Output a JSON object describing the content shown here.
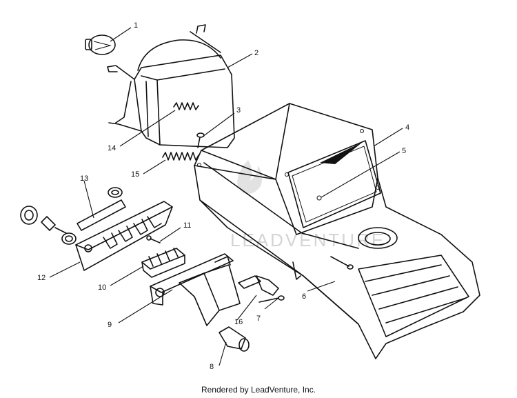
{
  "watermark": "LEADVENTURE",
  "footer": "Rendered by LeadVenture, Inc.",
  "callouts": [
    "1",
    "2",
    "3",
    "4",
    "5",
    "6",
    "7",
    "8",
    "9",
    "10",
    "11",
    "12",
    "13",
    "14",
    "15",
    "16"
  ]
}
